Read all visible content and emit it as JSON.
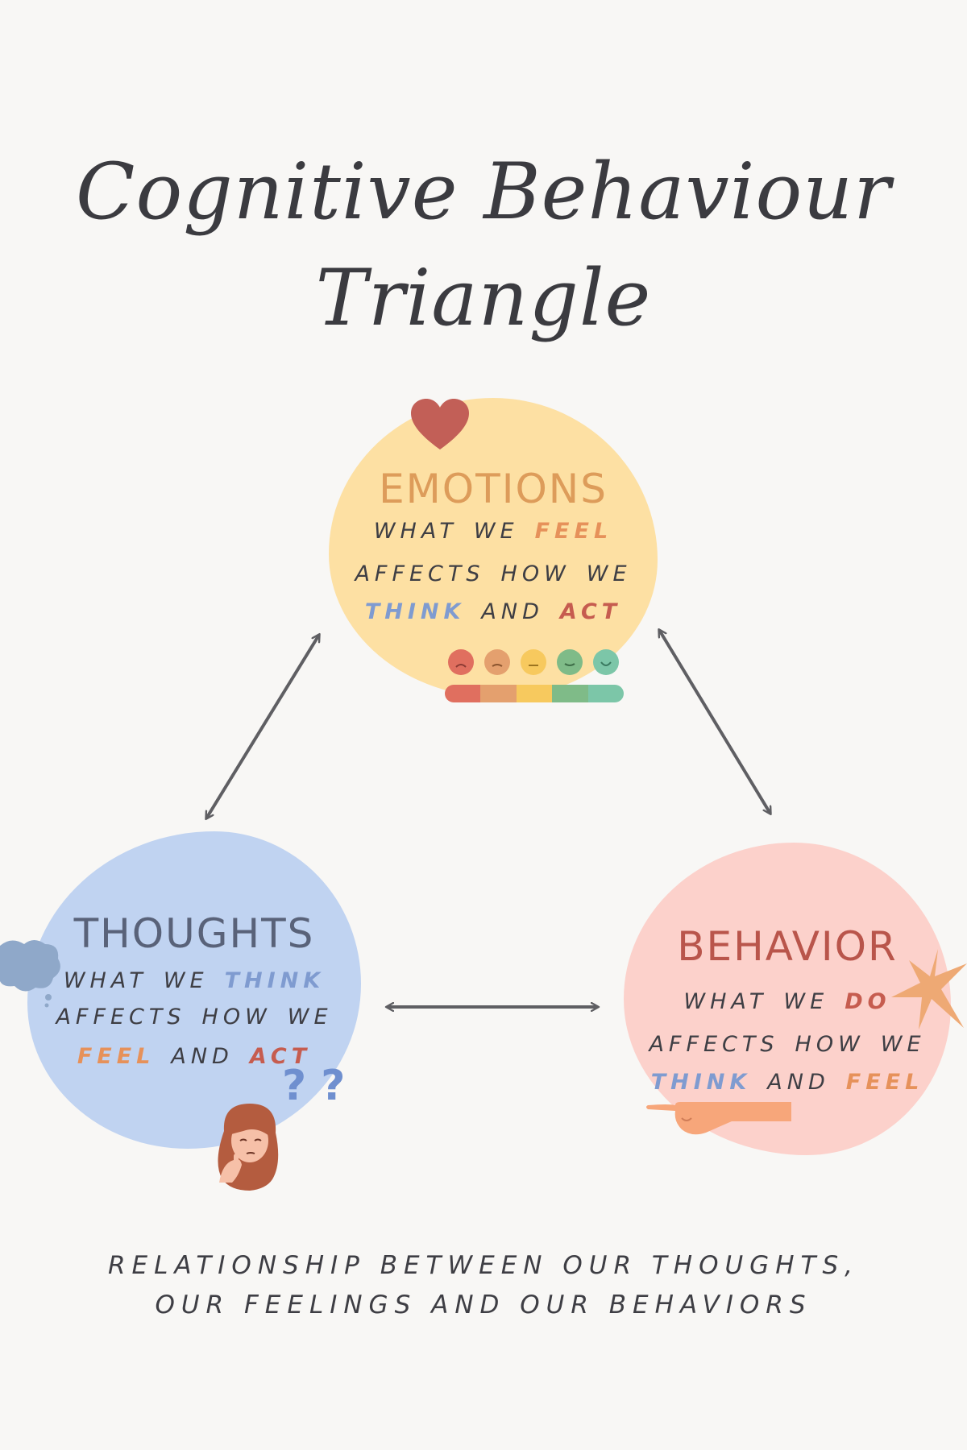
{
  "title": {
    "line1": "Cognitive Behaviour",
    "line2": "Triangle"
  },
  "emotions": {
    "heading": "Emotions",
    "lines": [
      [
        {
          "t": "What",
          "c": ""
        },
        {
          "t": "we",
          "c": ""
        },
        {
          "t": "feel",
          "c": "orange"
        }
      ],
      [
        {
          "t": "affects",
          "c": ""
        },
        {
          "t": "how",
          "c": ""
        },
        {
          "t": "we",
          "c": ""
        }
      ],
      [
        {
          "t": "think",
          "c": "blue"
        },
        {
          "t": "and",
          "c": ""
        },
        {
          "t": "act",
          "c": "red"
        }
      ]
    ],
    "icon": "heart-icon",
    "mood_scale_colors": [
      "#e06f5f",
      "#e4a06e",
      "#f7c95e",
      "#7fbb88",
      "#7cc6a8"
    ]
  },
  "thoughts": {
    "heading": "Thoughts",
    "lines": [
      [
        {
          "t": "What",
          "c": ""
        },
        {
          "t": "we",
          "c": ""
        },
        {
          "t": "think",
          "c": "blue"
        }
      ],
      [
        {
          "t": "affects",
          "c": ""
        },
        {
          "t": "how",
          "c": ""
        },
        {
          "t": "we",
          "c": ""
        }
      ],
      [
        {
          "t": "feel",
          "c": "orange"
        },
        {
          "t": "and",
          "c": ""
        },
        {
          "t": "act",
          "c": "red"
        }
      ]
    ],
    "icon": "thinking-woman-icon",
    "question_marks": "? ?"
  },
  "behavior": {
    "heading": "Behavior",
    "lines": [
      [
        {
          "t": "What",
          "c": ""
        },
        {
          "t": "we",
          "c": ""
        },
        {
          "t": "do",
          "c": "red"
        }
      ],
      [
        {
          "t": "affects",
          "c": ""
        },
        {
          "t": "how",
          "c": ""
        },
        {
          "t": "we",
          "c": ""
        }
      ],
      [
        {
          "t": "think",
          "c": "blue"
        },
        {
          "t": "and",
          "c": ""
        },
        {
          "t": "feel",
          "c": "orange"
        }
      ]
    ],
    "icon": "pointing-hand-icon"
  },
  "caption": {
    "line1": "Relationship between our thoughts,",
    "line2": "our feelings and our behaviors"
  },
  "colors": {
    "background": "#f8f7f5",
    "emotions_fill": "#fde0a3",
    "thoughts_fill": "#c0d3f1",
    "behavior_fill": "#fcd1cb",
    "arrow": "#5f5f63"
  }
}
